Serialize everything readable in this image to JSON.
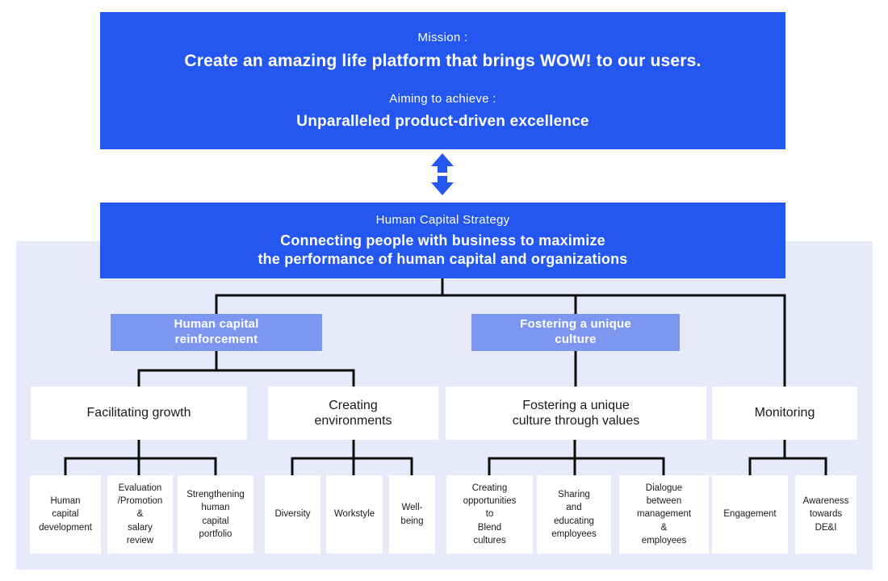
{
  "mission_box": {
    "label": "Mission :",
    "statement": "Create an amazing life platform that brings WOW! to our users.",
    "aim_label": "Aiming to achieve :",
    "aim_statement": "Unparalleled product-driven excellence"
  },
  "strategy_box": {
    "label": "Human Capital Strategy",
    "statement": "Connecting people with business to maximize\nthe performance of human capital and organizations"
  },
  "pillars": [
    {
      "label": "Human capital\nreinforcement"
    },
    {
      "label": "Fostering a unique\nculture"
    }
  ],
  "themes": [
    {
      "label": "Facilitating growth"
    },
    {
      "label": "Creating\nenvironments"
    },
    {
      "label": "Fostering a unique\nculture through values"
    },
    {
      "label": "Monitoring"
    }
  ],
  "initiatives": [
    {
      "label": "Human\ncapital\ndevelopment"
    },
    {
      "label": "Evaluation\n/Promotion\n&\nsalary\nreview"
    },
    {
      "label": "Strengthening\nhuman\ncapital\nportfolio"
    },
    {
      "label": "Diversity"
    },
    {
      "label": "Workstyle"
    },
    {
      "label": "Well-\nbeing"
    },
    {
      "label": "Creating\nopportunities\nto\nBlend\ncultures"
    },
    {
      "label": "Sharing\nand\neducating\nemployees"
    },
    {
      "label": "Dialogue\nbetween\nmanagement\n&\nemployees"
    },
    {
      "label": "Engagement"
    },
    {
      "label": "Awareness\ntowards\nDE&I"
    }
  ],
  "icons": {
    "between_mission_and_strategy": "double-vertical-arrow-icon"
  },
  "colors": {
    "primary_blue": "#2357F0",
    "pillar_blue": "#7D97F0",
    "panel_background": "#E6EAFB",
    "connector_black": "#0D0D0D",
    "text_on_blue": "#FFFFFF",
    "text_dark": "#1A1A1A"
  }
}
